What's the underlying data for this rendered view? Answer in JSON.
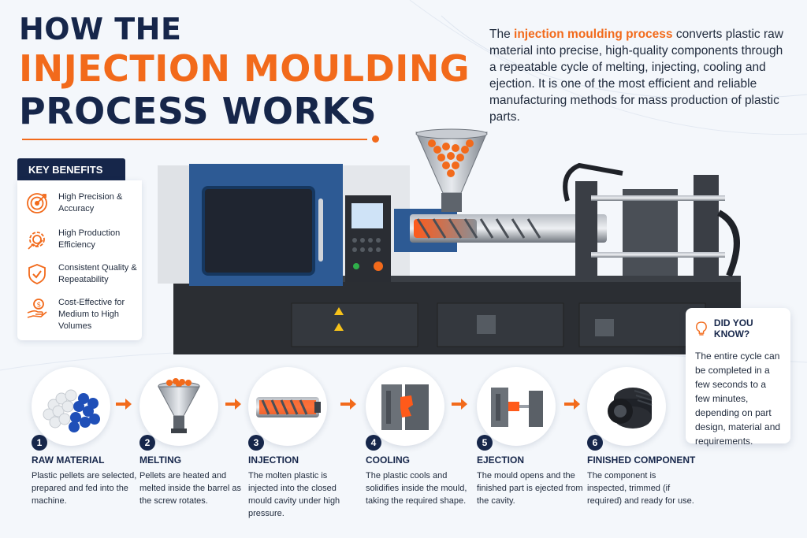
{
  "title": {
    "line1": "HOW THE",
    "line2": "INJECTION MOULDING",
    "line3": "PROCESS WORKS"
  },
  "intro": {
    "before": "The ",
    "highlight": "injection moulding process",
    "after": " converts plastic raw material into precise, high-quality components through a repeatable cycle of melting, injecting, cooling and ejection. It is one of the most efficient and reliable manufacturing methods for mass production of plastic parts."
  },
  "benefits": {
    "heading": "KEY BENEFITS",
    "items": [
      {
        "label": "High Precision & Accuracy",
        "icon": "target-icon"
      },
      {
        "label": "High Production Efficiency",
        "icon": "gear-chart-icon"
      },
      {
        "label": "Consistent Quality & Repeatability",
        "icon": "shield-check-icon"
      },
      {
        "label": "Cost-Effective for Medium to High Volumes",
        "icon": "hand-coin-icon"
      }
    ]
  },
  "did_you_know": {
    "heading": "DID YOU KNOW?",
    "text": "The entire cycle can be completed in a few seconds to a few minutes, depending on part design, material and requirements."
  },
  "steps": [
    {
      "num": "1",
      "name": "RAW MATERIAL",
      "desc": "Plastic pellets are selected, prepared and fed into the machine."
    },
    {
      "num": "2",
      "name": "MELTING",
      "desc": "Pellets are heated and melted inside the barrel as the screw rotates."
    },
    {
      "num": "3",
      "name": "INJECTION",
      "desc": "The molten plastic is injected into the closed mould cavity under high pressure."
    },
    {
      "num": "4",
      "name": "COOLING",
      "desc": "The plastic cools and solidifies inside the mould, taking the required shape."
    },
    {
      "num": "5",
      "name": "EJECTION",
      "desc": "The mould opens and the finished part is ejected from the cavity."
    },
    {
      "num": "6",
      "name": "FINISHED COMPONENT",
      "desc": "The component is inspected, trimmed (if required) and ready for use."
    }
  ],
  "colors": {
    "navy": "#16264a",
    "orange": "#f26a1b",
    "machine_blue": "#2d5a94"
  }
}
